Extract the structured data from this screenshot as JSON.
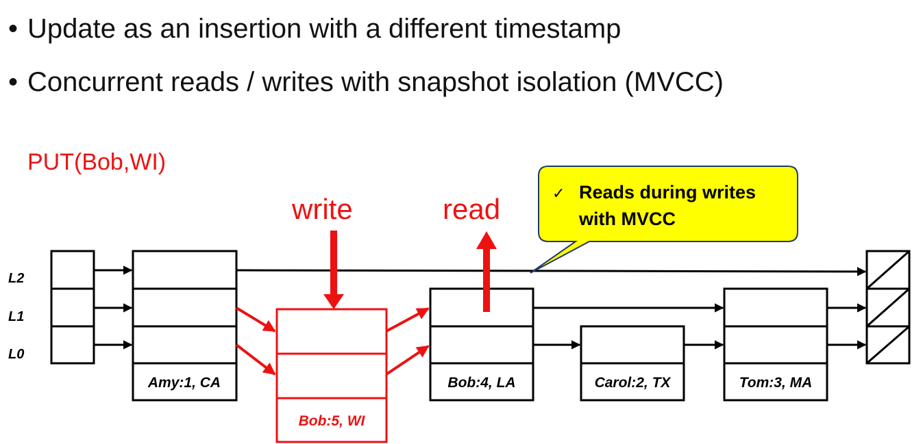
{
  "bullets": [
    "Update as an insertion with a different timestamp",
    "Concurrent reads / writes with snapshot isolation (MVCC)"
  ],
  "operation": "PUT(Bob,WI)",
  "labels": {
    "write": "write",
    "read": "read"
  },
  "levels": [
    "L2",
    "L1",
    "L0"
  ],
  "nodes": {
    "amy": "Amy:1, CA",
    "bob_new": "Bob:5, WI",
    "bob_old": "Bob:4, LA",
    "carol": "Carol:2, TX",
    "tom": "Tom:3, MA"
  },
  "callout": {
    "check": "✓",
    "line1": "Reads during writes",
    "line2": "with MVCC"
  },
  "colors": {
    "highlight": "#ee1111",
    "callout_fill": "#ffff00",
    "callout_border": "#1f3864"
  }
}
